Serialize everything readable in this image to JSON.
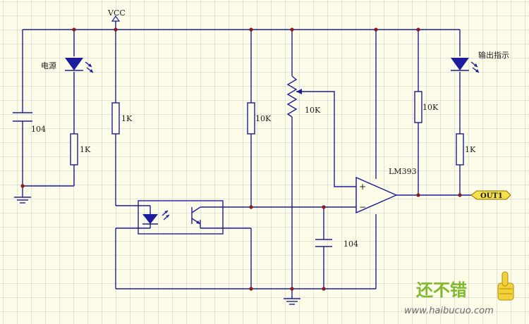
{
  "schematic": {
    "supply_label": "VCC",
    "led_power_label": "电源",
    "led_output_label": "输出指示",
    "cap_left_label": "104",
    "res_led_power_label": "1K",
    "res_opto_label": "1K",
    "res_mid_label": "10K",
    "pot_label": "10K",
    "res_pullup_label": "10K",
    "res_led_output_label": "1K",
    "cap_mid_label": "104",
    "comparator_label": "LM393",
    "comparator_plus": "+",
    "comparator_minus": "−",
    "output_label": "OUT1"
  },
  "watermark": {
    "text": "还不错",
    "url": "www.haibucuo.com"
  },
  "colors": {
    "background": "#fdfce8",
    "grid": "#c9c9c9",
    "wire": "#1c1c9e",
    "junction": "#8b1a1a",
    "output_tag": "#f3e04a",
    "watermark": "#7fba2e"
  }
}
